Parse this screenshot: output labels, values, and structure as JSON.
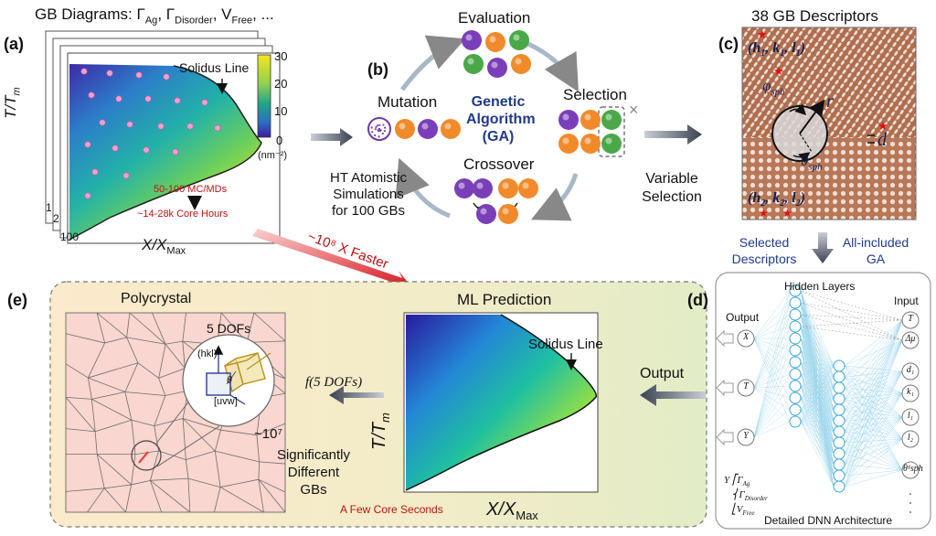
{
  "panel_a": {
    "title": "GB Diagrams: Γ",
    "title_sub1": "Ag",
    "title_mid": ", Γ",
    "title_sub2": "Disorder",
    "title_mid2": ", V",
    "title_sub3": "Free",
    "title_end": ", ...",
    "label": "(a)",
    "solidus": "Solidus Line",
    "ylabel_main": "T/T",
    "ylabel_sub": "m",
    "xlabel_main": "X/X",
    "xlabel_sub": "Max",
    "colorbar_ticks": [
      "30",
      "20",
      "10",
      "0"
    ],
    "colorbar_unit": "(nm⁻²)",
    "sim_line1": "50-100 MC/MDs",
    "sim_line2": "~14-28k Core Hours",
    "stack_label1": "1",
    "stack_label2": "2",
    "stack_label3": "100",
    "colors": {
      "bar_top": "#f6e61a",
      "bar_mid": "#26b68f",
      "bar_low": "#2c7ec8",
      "bar_bottom": "#3d1c9e"
    }
  },
  "panel_b": {
    "label": "(b)",
    "evaluation": "Evaluation",
    "selection": "Selection",
    "mutation": "Mutation",
    "crossover": "Crossover",
    "ga_line1": "Genetic",
    "ga_line2": "Algorithm",
    "ga_line3": "(GA)",
    "ht_line1": "HT Atomistic",
    "ht_line2": "Simulations",
    "ht_line3": "for 100 GBs",
    "cross_mark": "×",
    "colors": {
      "purple": "#7a3fb8",
      "orange": "#f18a2a",
      "green": "#4aa848",
      "ga_text": "#1f3a8a"
    }
  },
  "variable_selection": {
    "line1": "Variable",
    "line2": "Selection"
  },
  "panel_c": {
    "label": "(c)",
    "title": "38 GB Descriptors",
    "hkl1": "(h",
    "hkl1_sub": "1",
    "hkl1_rest": ", k",
    "hkl1_sub2": "1",
    "hkl1_rest2": ", l",
    "hkl1_sub3": "1",
    "hkl1_end": ")",
    "hkl2": "(h",
    "hkl2_sub": "2",
    "hkl2_rest": ", k",
    "hkl2_sub2": "2",
    "hkl2_rest2": ", l",
    "hkl2_sub3": "2",
    "hkl2_end": ")",
    "phi": "φ",
    "phi_sub": "sph",
    "theta": "θ",
    "theta_sub": "sph",
    "r": "r",
    "d": "d",
    "star": "★"
  },
  "arrow_labels": {
    "selected_line1": "Selected",
    "selected_line2": "Descriptors",
    "allinc_line1": "All-included",
    "allinc_line2": "GA",
    "faster": "~10⁸ X Faster",
    "output": "Output"
  },
  "panel_d": {
    "label": "(d)",
    "hidden": "Hidden Layers",
    "output": "Output",
    "input": "Input",
    "out_nodes": [
      "X",
      "T",
      "Y"
    ],
    "in_nodes": [
      "T",
      "Δμ",
      "d₁",
      "k₁",
      "l₁",
      "l₂",
      "θ¹sph"
    ],
    "y_def": "Y",
    "y_items": [
      "Γ_Ag",
      "Γ_Disorder",
      "V_Free"
    ],
    "footer": "Detailed DNN Architecture"
  },
  "panel_e": {
    "label": "(e)",
    "polycrystal": "Polycrystal",
    "dofs": "5 DOFs",
    "hkl": "(hkl)",
    "uvw": "[uvw]",
    "theta": "θ",
    "f_dofs": "f(5 DOFs)",
    "count": "~10⁷",
    "sig1": "Significantly",
    "sig2": "Different",
    "sig3": "GBs",
    "ml_title": "ML Prediction",
    "solidus": "Solidus Line",
    "ylabel_main": "T/T",
    "ylabel_sub": "m",
    "xlabel_main": "X/X",
    "xlabel_sub": "Max",
    "few_core": "A Few Core Seconds"
  }
}
